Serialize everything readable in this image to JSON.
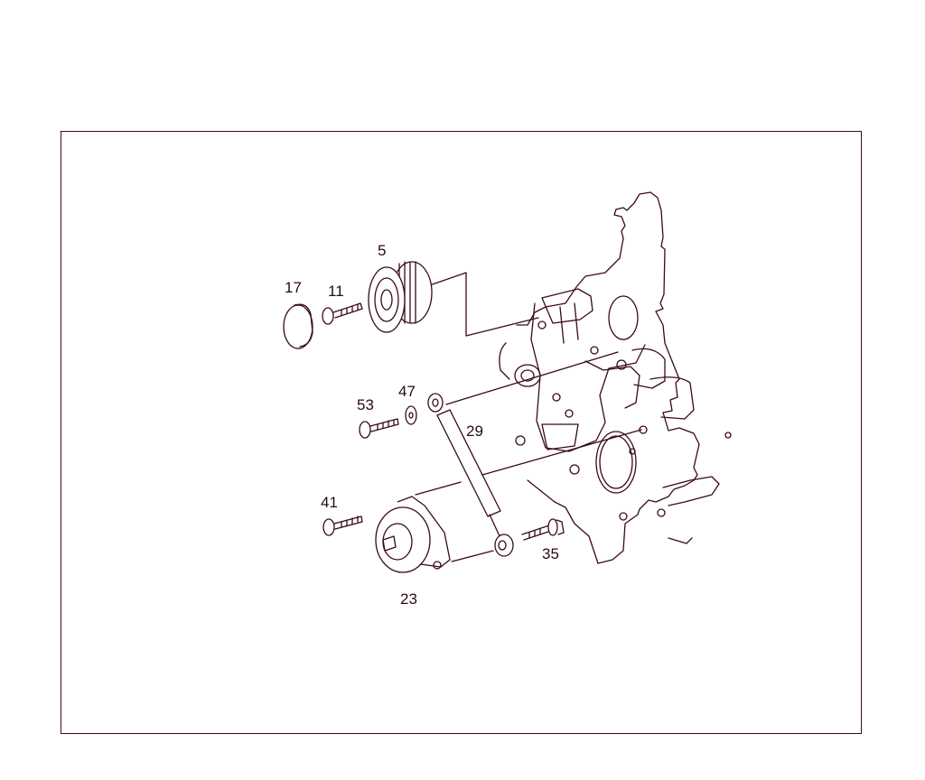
{
  "diagram": {
    "type": "exploded parts diagram",
    "subject": "Belt tensioner assembly with engine front timing cover",
    "colors": {
      "line": "#3a0a18",
      "background": "#ffffff",
      "frame": "#3a0a18"
    }
  },
  "callouts": [
    {
      "id": "c17",
      "label": "17",
      "part": "cover cap"
    },
    {
      "id": "c11",
      "label": "11",
      "part": "bolt"
    },
    {
      "id": "c5",
      "label": "5",
      "part": "idler pulley"
    },
    {
      "id": "c53",
      "label": "53",
      "part": "bolt"
    },
    {
      "id": "c47",
      "label": "47",
      "part": "washer"
    },
    {
      "id": "c29",
      "label": "29",
      "part": "shock absorber"
    },
    {
      "id": "c41",
      "label": "41",
      "part": "bolt"
    },
    {
      "id": "c23",
      "label": "23",
      "part": "tensioner"
    },
    {
      "id": "c35",
      "label": "35",
      "part": "bolt"
    }
  ]
}
